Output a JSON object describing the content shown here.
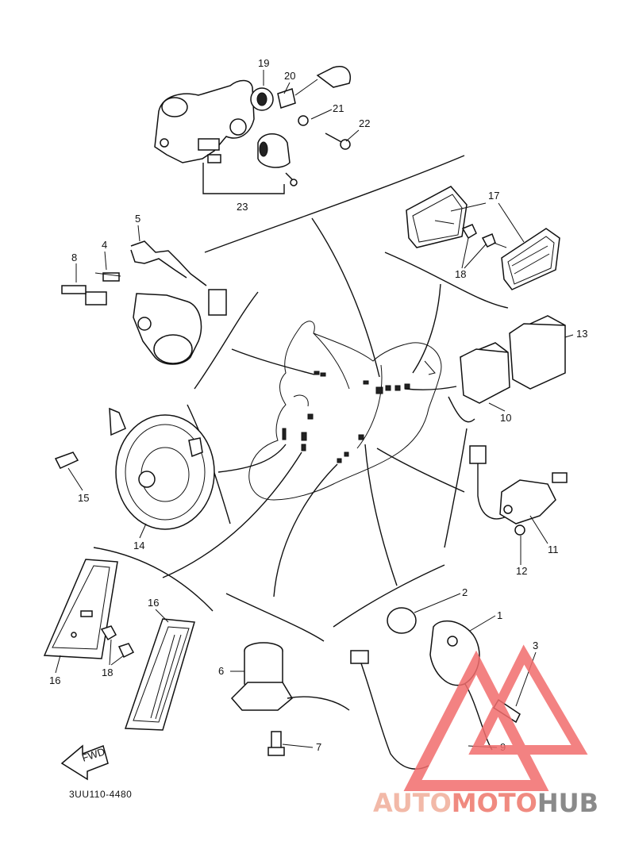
{
  "diagram_code": "3UU110-4480",
  "fwd_label": "FWD",
  "watermark": {
    "part1": "AUTO",
    "part2": "MOTO",
    "part3": "HUB",
    "color_part1": "#f2b9a8",
    "color_part2": "#f08a80",
    "color_part3": "#8a8a8a",
    "logo_color": "#f26d6d"
  },
  "callouts": {
    "c1": "1",
    "c2": "2",
    "c3": "3",
    "c4": "4",
    "c5": "5",
    "c6": "6",
    "c7": "7",
    "c8": "8",
    "c9": "9",
    "c10": "10",
    "c11": "11",
    "c12": "12",
    "c13": "13",
    "c14": "14",
    "c15": "15",
    "c16a": "16",
    "c16b": "16",
    "c17": "17",
    "c18a": "18",
    "c18b": "18",
    "c19": "19",
    "c20": "20",
    "c21": "21",
    "c22": "22",
    "c23": "23"
  }
}
